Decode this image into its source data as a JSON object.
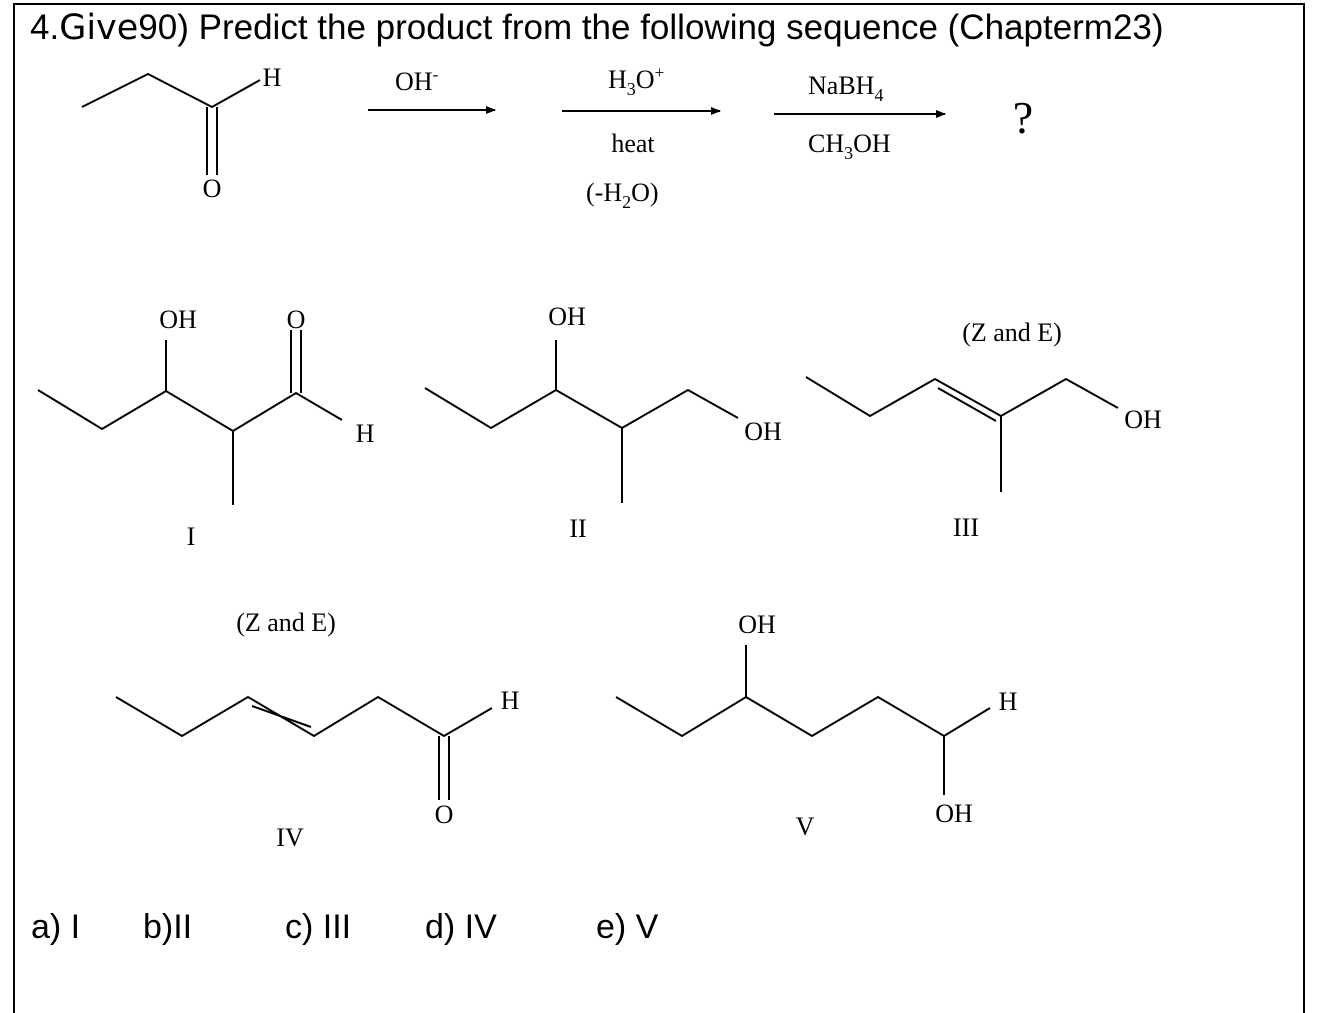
{
  "question": {
    "number": "4.",
    "give": "Give",
    "text": "90) Predict the product from the following sequence (Chapterm23)"
  },
  "reaction": {
    "start_material_labels": {
      "h": "H",
      "o": "O"
    },
    "step1": {
      "reagent": "OH",
      "charge": "-"
    },
    "step2": {
      "reagent_main": "H",
      "reagent_sub": "3",
      "reagent_o": "O",
      "charge": "+",
      "condition1": "heat",
      "condition2_a": "(-H",
      "condition2_sub": "2",
      "condition2_b": "O)"
    },
    "step3": {
      "reagent1_a": "NaBH",
      "reagent1_sub": "4",
      "reagent2_a": "CH",
      "reagent2_sub": "3",
      "reagent2_b": "OH"
    },
    "product": "?"
  },
  "options": [
    {
      "label": "I",
      "atoms": [
        "OH",
        "O",
        "H"
      ]
    },
    {
      "label": "II",
      "atoms": [
        "OH",
        "OH"
      ]
    },
    {
      "label": "III",
      "note": "(Z and E)",
      "atoms": [
        "OH"
      ]
    },
    {
      "label": "IV",
      "note": "(Z and E)",
      "atoms": [
        "H",
        "O"
      ]
    },
    {
      "label": "V",
      "atoms": [
        "OH",
        "H",
        "OH"
      ]
    }
  ],
  "choices": [
    "a) I",
    "b)II",
    "c) III",
    "d) IV",
    "e) V"
  ]
}
